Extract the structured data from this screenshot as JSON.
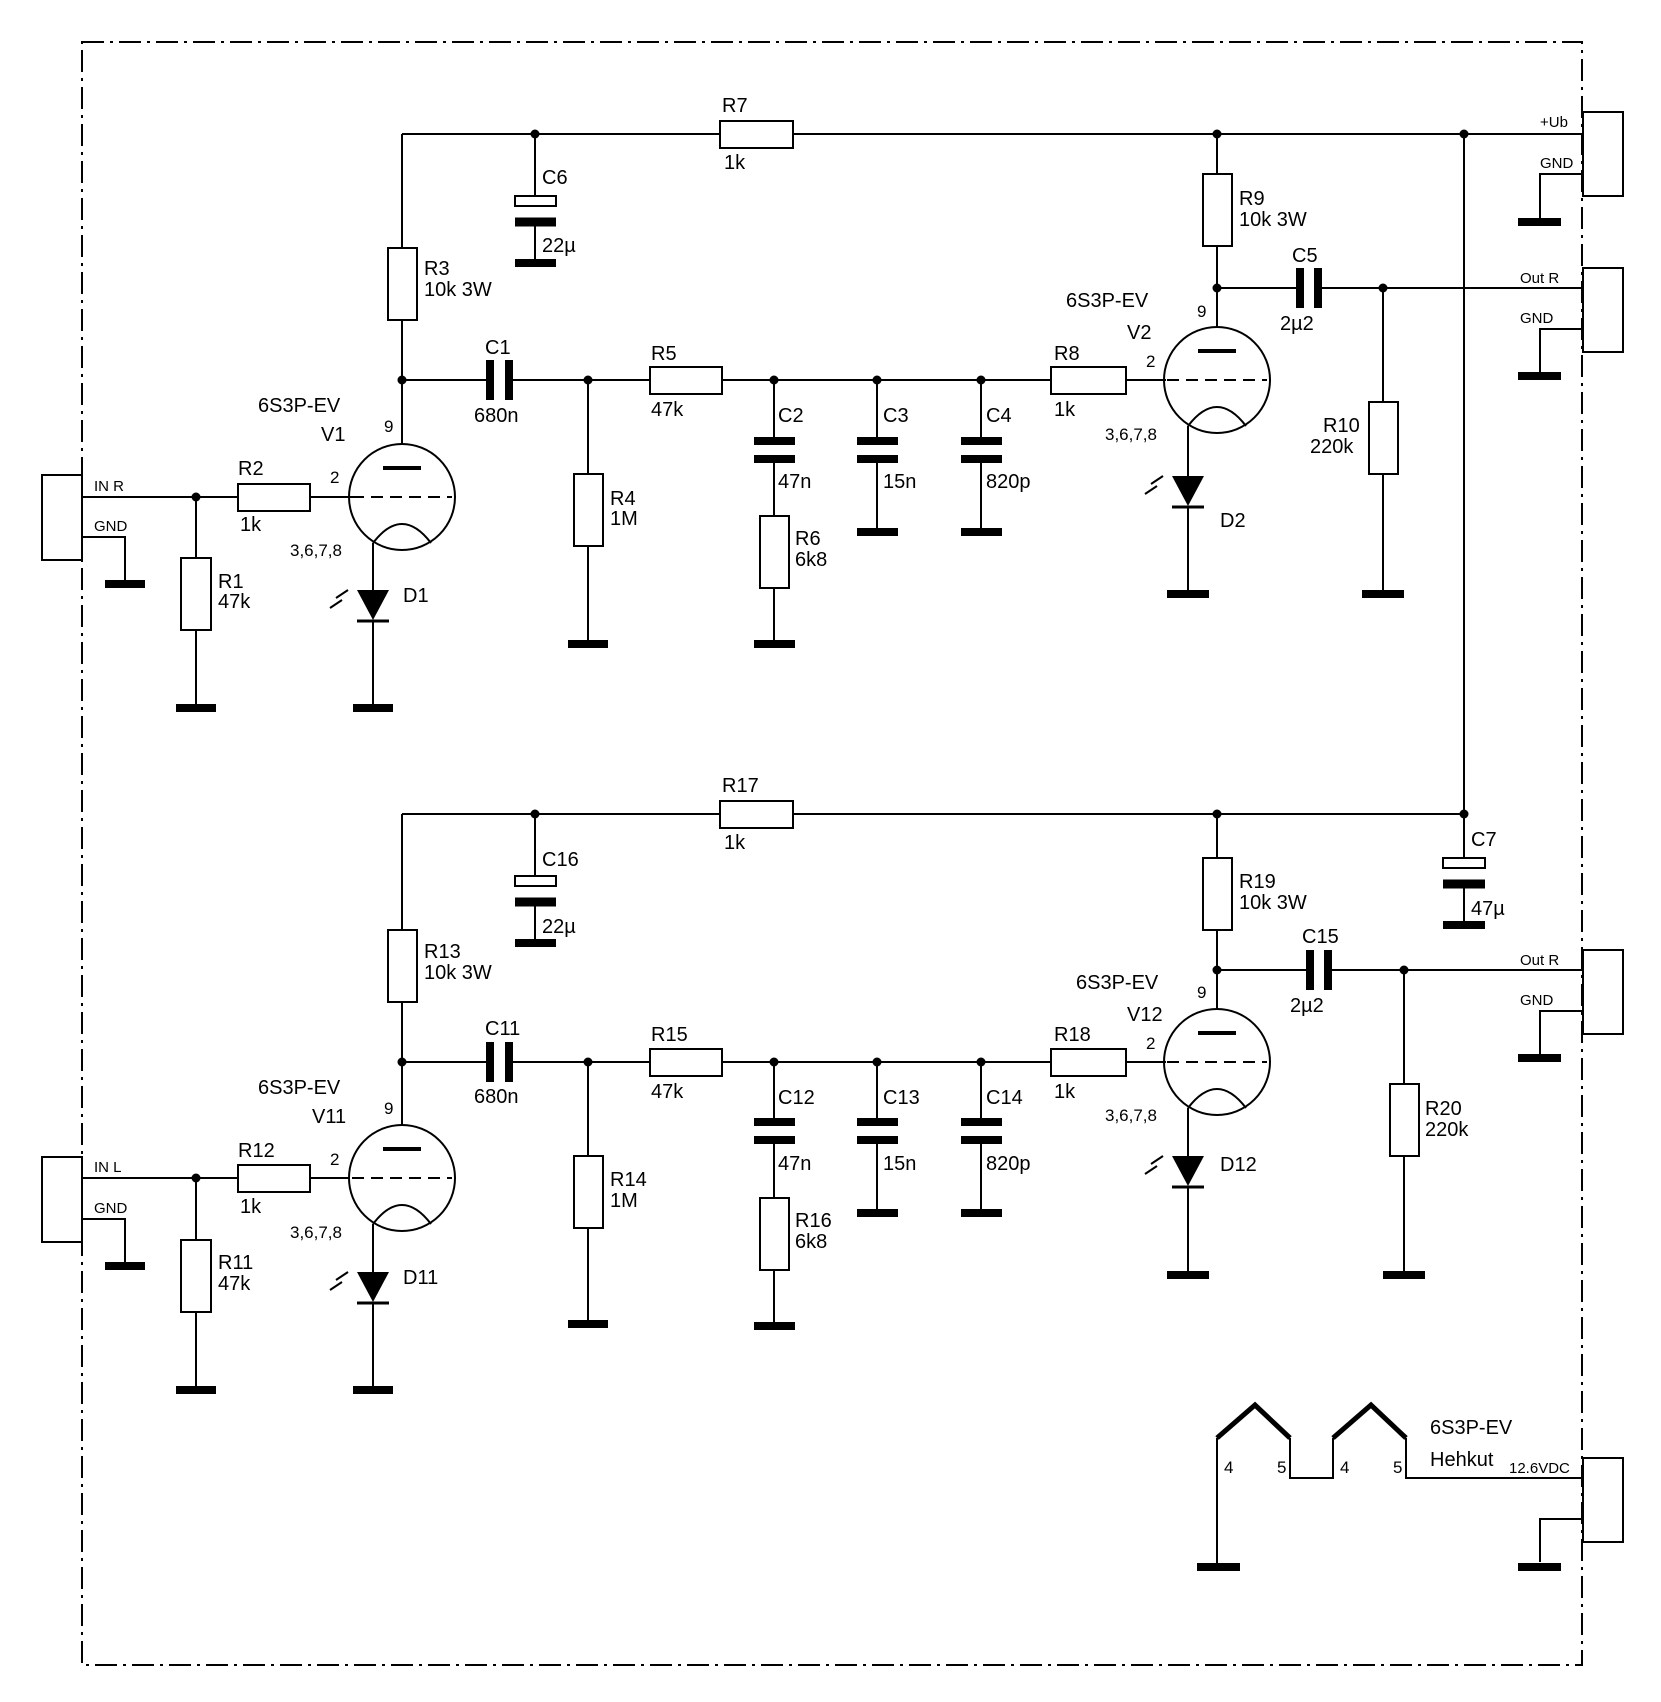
{
  "components": {
    "R1": {
      "ref": "R1",
      "value": "47k"
    },
    "R2": {
      "ref": "R2",
      "value": "1k"
    },
    "R3": {
      "ref": "R3",
      "value": "10k 3W"
    },
    "R4": {
      "ref": "R4",
      "value": "1M"
    },
    "R5": {
      "ref": "R5",
      "value": "47k"
    },
    "R6": {
      "ref": "R6",
      "value": "6k8"
    },
    "R7": {
      "ref": "R7",
      "value": "1k"
    },
    "R8": {
      "ref": "R8",
      "value": "1k"
    },
    "R9": {
      "ref": "R9",
      "value": "10k 3W"
    },
    "R10": {
      "ref": "R10",
      "value": "220k"
    },
    "C1": {
      "ref": "C1",
      "value": "680n"
    },
    "C2": {
      "ref": "C2",
      "value": "47n"
    },
    "C3": {
      "ref": "C3",
      "value": "15n"
    },
    "C4": {
      "ref": "C4",
      "value": "820p"
    },
    "C5": {
      "ref": "C5",
      "value": "2µ2"
    },
    "C6": {
      "ref": "C6",
      "value": "22µ"
    },
    "C7": {
      "ref": "C7",
      "value": "47µ"
    },
    "D1": {
      "ref": "D1"
    },
    "D2": {
      "ref": "D2"
    },
    "V1": {
      "ref": "V1",
      "type": "6S3P-EV"
    },
    "V2": {
      "ref": "V2",
      "type": "6S3P-EV"
    },
    "R11": {
      "ref": "R11",
      "value": "47k"
    },
    "R12": {
      "ref": "R12",
      "value": "1k"
    },
    "R13": {
      "ref": "R13",
      "value": "10k 3W"
    },
    "R14": {
      "ref": "R14",
      "value": "1M"
    },
    "R15": {
      "ref": "R15",
      "value": "47k"
    },
    "R16": {
      "ref": "R16",
      "value": "6k8"
    },
    "R17": {
      "ref": "R17",
      "value": "1k"
    },
    "R18": {
      "ref": "R18",
      "value": "1k"
    },
    "R19": {
      "ref": "R19",
      "value": "10k 3W"
    },
    "R20": {
      "ref": "R20",
      "value": "220k"
    },
    "C11": {
      "ref": "C11",
      "value": "680n"
    },
    "C12": {
      "ref": "C12",
      "value": "47n"
    },
    "C13": {
      "ref": "C13",
      "value": "15n"
    },
    "C14": {
      "ref": "C14",
      "value": "820p"
    },
    "C15": {
      "ref": "C15",
      "value": "2µ2"
    },
    "C16": {
      "ref": "C16",
      "value": "22µ"
    },
    "D11": {
      "ref": "D11"
    },
    "D12": {
      "ref": "D12"
    },
    "V11": {
      "ref": "V11",
      "type": "6S3P-EV"
    },
    "V12": {
      "ref": "V12",
      "type": "6S3P-EV"
    }
  },
  "pins": {
    "grid": "2",
    "anode": "9",
    "cathode_group": "3,6,7,8"
  },
  "connectors": {
    "in_r": "IN R",
    "in_l": "IN L",
    "gnd": "GND",
    "supply": "+Ub",
    "out_r_top": "Out R",
    "out_r_bottom": "Out R",
    "heater": "12.6VDC"
  },
  "heater_block": {
    "tube": "6S3P-EV",
    "label": "Hehkut",
    "pin_a": "4",
    "pin_b": "5"
  }
}
